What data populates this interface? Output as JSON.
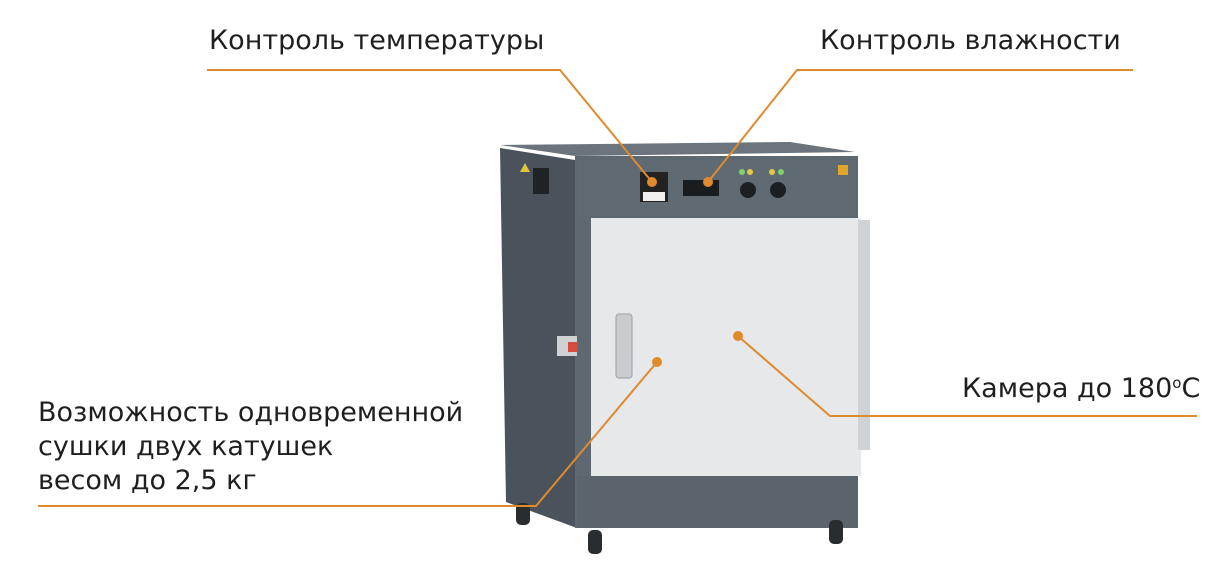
{
  "labels": {
    "temperature_control": "Контроль температуры",
    "humidity_control": "Контроль влажности",
    "chamber_prefix": "Камера до 180",
    "chamber_degree": "o",
    "chamber_unit": "С",
    "dual_drying": [
      "Возможность одновременной",
      "сушки двух катушек",
      "весом до 2,5 кг"
    ]
  },
  "colors": {
    "callout": "#e08a2c",
    "cabinet": "#5e6871",
    "cabinet_dark": "#3e464d",
    "door": "#e6e8ea",
    "background": "#ffffff"
  }
}
